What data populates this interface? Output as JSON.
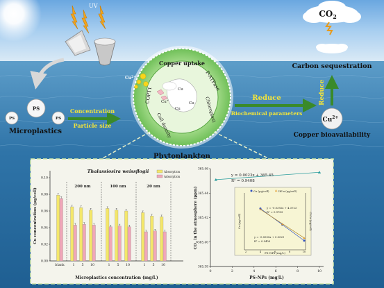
{
  "labels": {
    "uv": "UV",
    "co2": "CO",
    "co2_sub": "2",
    "carbon_sequestration": "Carbon sequestration",
    "reduce_vertical": "Reduce",
    "cu2_badge": "Cu",
    "cu2_badge_sup": "2+",
    "copper_bioavailability": "Copper bioavailability",
    "ps": "PS",
    "microplastics": "Microplastics",
    "concentration": "Concentration",
    "particle_size": "Particle size",
    "reduce_horizontal": "Reduce",
    "biochemical_parameters": "Biochemical parameters",
    "phytoplankton": "Phytoplankton",
    "cu2_near_cell": "Cu",
    "cu2_near_cell_sup": "2+",
    "copper_uptake": "Copper uptake",
    "p_atpase": "P-ATPase",
    "copt1": "COPT1",
    "chloroplast": "Chloroplast",
    "cell_density": "Cell density",
    "cu_plus": "Cu",
    "cu_plus_sup": "+",
    "cu_ion": "Cu"
  },
  "colors": {
    "sky_top": "#7fb8e8",
    "sea": "#2f74a8",
    "arrow_green": "#3a8a2a",
    "label_yellow": "#f2e43a",
    "cell_green": "#8fd07a",
    "bar_absorption": "#f4e76a",
    "bar_adsorption": "#f1a7b8",
    "panel_bg": "#f4f4ec"
  },
  "chart_data": [
    {
      "type": "bar",
      "title": "Thalassiosira weissflogii",
      "xlabel": "Microplastics concentration (mg/L)",
      "ylabel": "Cu concentration (μg/cell)",
      "ylim": [
        0,
        0.1
      ],
      "yticks": [
        "0.00",
        "0.02",
        "0.04",
        "0.06",
        "0.08",
        "0.10"
      ],
      "legend": [
        "Absorption",
        "Adsorption"
      ],
      "legend_position": "top-right",
      "group_labels": [
        "200 nm",
        "100 nm",
        "20 nm"
      ],
      "categories": [
        "blank",
        "1",
        "5",
        "10",
        "1",
        "5",
        "10",
        "1",
        "5",
        "10"
      ],
      "series": [
        {
          "name": "Absorption",
          "values": [
            0.079,
            0.065,
            0.064,
            0.061,
            0.063,
            0.061,
            0.06,
            0.058,
            0.054,
            0.053
          ]
        },
        {
          "name": "Adsorption",
          "values": [
            0.075,
            0.043,
            0.044,
            0.043,
            0.041,
            0.042,
            0.041,
            0.035,
            0.036,
            0.035
          ]
        }
      ]
    },
    {
      "type": "scatter",
      "xlabel": "PS-NPs (mg/L)",
      "ylabel": "CO2 in the atmosphere (ppm)",
      "xlim": [
        0,
        10
      ],
      "ylim": [
        365.38,
        365.46
      ],
      "xticks": [
        "0",
        "2",
        "4",
        "6",
        "8",
        "10"
      ],
      "yticks": [
        "365.38",
        "365.40",
        "365.42",
        "365.44",
        "365.46"
      ],
      "equation": "y = 0.0023x + 365.45",
      "r2": "R² = 0.9408",
      "points": [
        {
          "x": 0.5,
          "y": 365.451
        },
        {
          "x": 10,
          "y": 365.457
        }
      ],
      "inset": {
        "xlabel": "PS-NPs (mg/L)",
        "ylabel_left": "Cu (μg/cell)",
        "ylabel_right": "Chl a (μg/cell)",
        "legend": [
          "Cu (μg/cell)",
          "Chl a (μg/cell)"
        ],
        "eq_upper": "y = -0.0392x + 4.3723",
        "r2_upper": "R² = 0.9783",
        "eq_lower": "y = -0.0005x + 0.0021",
        "r2_lower": "R² = 0.9409",
        "xticks": [
          "2",
          "4",
          "6",
          "8",
          "10"
        ],
        "series": [
          {
            "name": "Cu (μg/cell)",
            "x": [
              4,
              7,
              10
            ],
            "y": [
              0.068,
              0.0655,
              0.063
            ]
          },
          {
            "name": "Chl a (μg/cell)",
            "x": [
              4,
              7,
              10
            ],
            "y": [
              4.23,
              4.1,
              3.98
            ]
          }
        ]
      }
    }
  ]
}
